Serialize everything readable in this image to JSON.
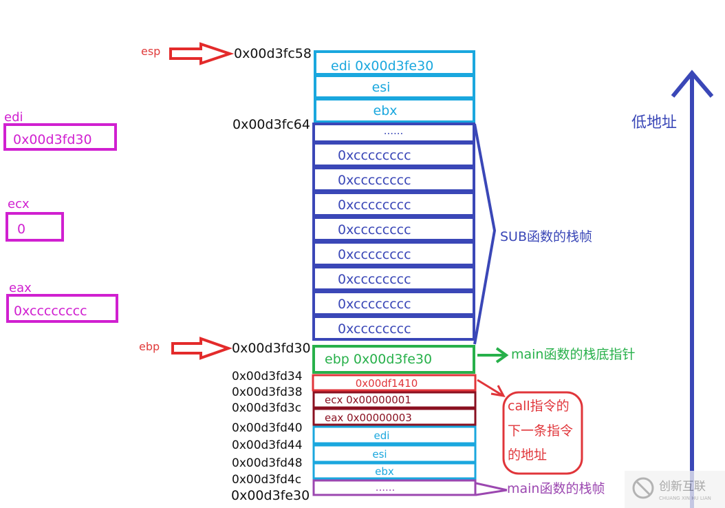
{
  "colors": {
    "register": "#d020d0",
    "pointer_arrow": "#e32b2b",
    "stack_sub": "#3a47b7",
    "stack_light": "#1aa7de",
    "main_ebp": "#27b04a",
    "call_frame": "#e0353a",
    "saved_regs": "#8a1020",
    "main_frame": "#9b47b0",
    "low_addr_arrow": "#3a47b7"
  },
  "registers": [
    {
      "name": "edi",
      "value": "0x00d3fd30"
    },
    {
      "name": "ecx",
      "value": "0"
    },
    {
      "name": "eax",
      "value": "0xcccccccc"
    }
  ],
  "pointers": {
    "esp": {
      "label": "esp",
      "address": "0x00d3fc58"
    },
    "ebp": {
      "label": "ebp",
      "address": "0x00d3fd30"
    }
  },
  "addresses": {
    "fc64": "0x00d3fc64",
    "fd34": "0x00d3fd34",
    "fd38": "0x00d3fd38",
    "fd3c": "0x00d3fd3c",
    "fd40": "0x00d3fd40",
    "fd44": "0x00d3fd44",
    "fd48": "0x00d3fd48",
    "fd4c": "0x00d3fd4c",
    "fe30": "0x00d3fe30"
  },
  "stack": {
    "top_regs": [
      "edi  0x00d3fe30",
      "esi",
      "ebx"
    ],
    "sub_dots": "......",
    "sub_fill": [
      "0xcccccccc",
      "0xcccccccc",
      "0xcccccccc",
      "0xcccccccc",
      "0xcccccccc",
      "0xcccccccc",
      "0xcccccccc",
      "0xcccccccc"
    ],
    "ebp_cell": "ebp  0x00d3fe30",
    "ret_addr": "0x00df1410",
    "saved": [
      "ecx  0x00000001",
      "eax  0x00000003"
    ],
    "bottom_regs": [
      "edi",
      "esi",
      "ebx"
    ],
    "main_dots": "......"
  },
  "annotations": {
    "sub_frame": "SUB函数的栈帧",
    "main_ebp": "main函数的栈底指针",
    "call_next": [
      "call指令的",
      "下一条指令",
      "的地址"
    ],
    "main_frame": "main函数的栈帧",
    "low_address": "低地址"
  },
  "watermark": {
    "text": "创新互联",
    "subtext": "CHUANG XIN HU LIAN"
  }
}
